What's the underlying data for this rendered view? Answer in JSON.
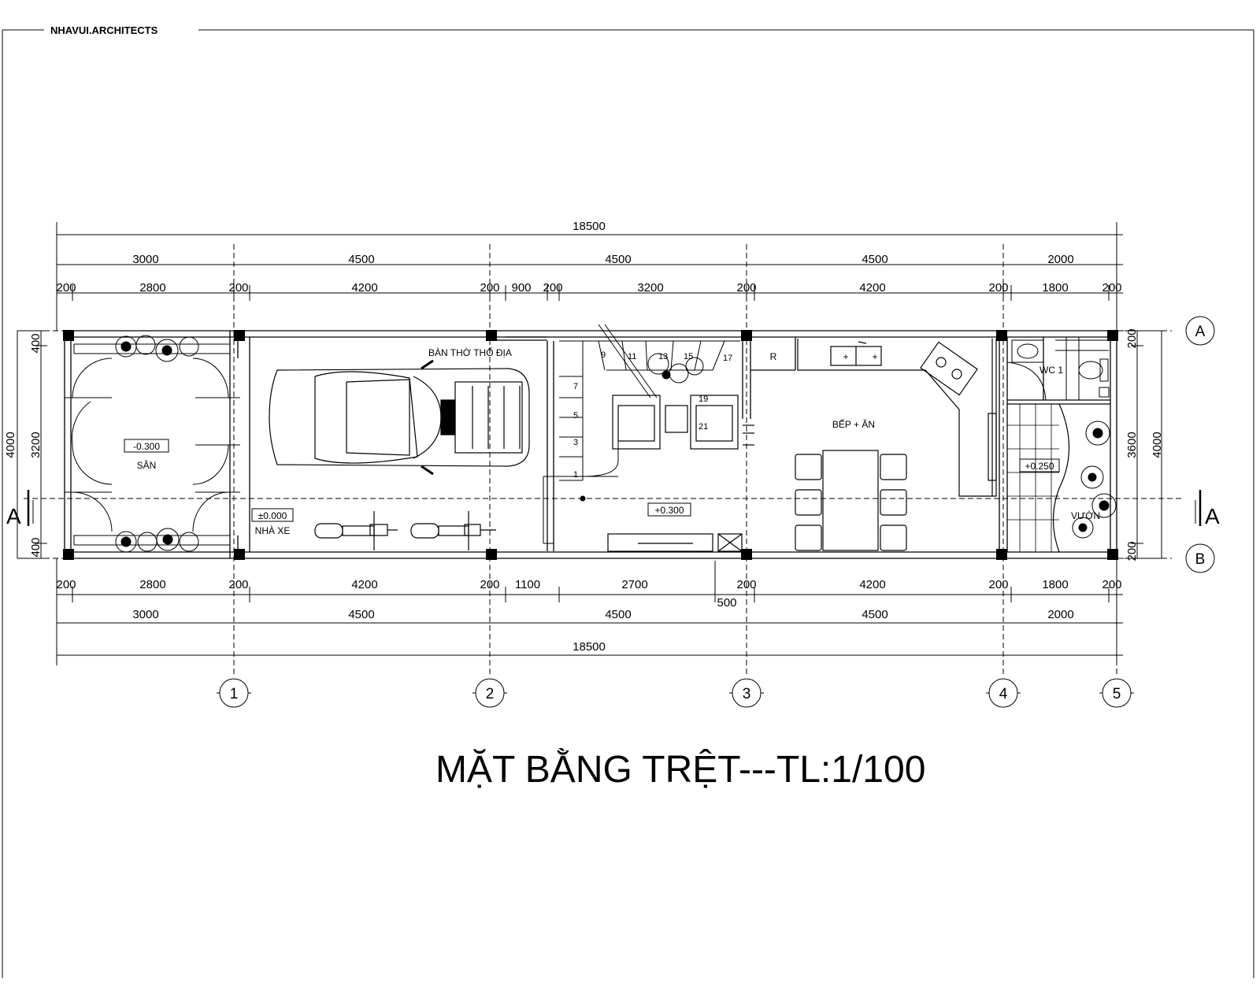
{
  "firm": "NHAVUI.ARCHITECTS",
  "title": "MẶT BẰNG TRỆT---TL:1/100",
  "dimensions": {
    "top_overall": "18500",
    "top_axes": [
      "3000",
      "4500",
      "4500",
      "4500",
      "2000"
    ],
    "top_detail": [
      "200",
      "2800",
      "200",
      "4200",
      "200",
      "900",
      "200",
      "3200",
      "200",
      "4200",
      "200",
      "1800",
      "200"
    ],
    "bottom_detail": [
      "200",
      "2800",
      "200",
      "4200",
      "200",
      "1100",
      "2700",
      "200",
      "4200",
      "200",
      "1800",
      "200"
    ],
    "bottom_extra": "500",
    "bottom_axes": [
      "3000",
      "4500",
      "4500",
      "4500",
      "2000"
    ],
    "bottom_overall": "18500",
    "left": [
      "400",
      "3200",
      "400"
    ],
    "left_overall": "4000",
    "right": [
      "200",
      "3600",
      "200"
    ],
    "right_overall": "4000"
  },
  "axes": {
    "numbers": [
      "1",
      "2",
      "3",
      "4",
      "5"
    ],
    "letters": [
      "A",
      "B"
    ]
  },
  "section_mark": "A",
  "rooms": {
    "san": "SÂN",
    "san_level": "-0.300",
    "garage": "NHÀ XE",
    "garage_level": "±0.000",
    "altar": "BÀN THỜ THỔ ĐỊA",
    "living_level": "+0.300",
    "kitchen": "BẾP + ĂN",
    "fridge": "R",
    "wc": "WC 1",
    "wc_level": "+0.250",
    "yard": "VƯỜN"
  },
  "stair_steps": [
    "1",
    "3",
    "5",
    "7",
    "9",
    "11",
    "13",
    "15",
    "17",
    "19",
    "21"
  ]
}
